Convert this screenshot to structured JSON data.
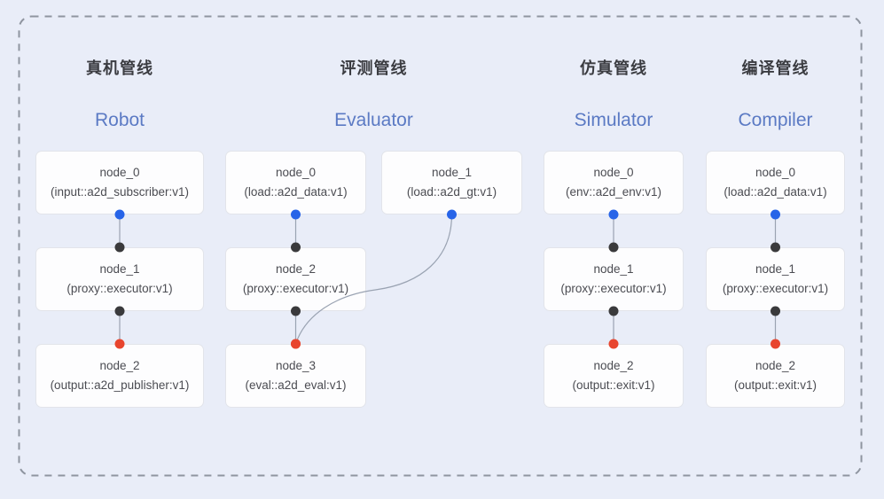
{
  "diagram": {
    "colors": {
      "background": "#e9edf8",
      "dashed_border": "#8f95a0",
      "edge_line": "#9aa3b2",
      "port_blue": "#2764e8",
      "port_black": "#3a3a3c",
      "port_red": "#e8452e",
      "title_zh_color": "#3b3c41",
      "title_en_color": "#5b7ac4",
      "node_background": "#fdfdfe",
      "node_border": "#e2e4ea",
      "node_text": "#4b4c52"
    },
    "pipelines": [
      {
        "id": "robot",
        "title_zh": "真机管线",
        "title_en": "Robot",
        "nodes": [
          {
            "name": "node_0",
            "type": "(input::a2d_subscriber:v1)",
            "col": 0,
            "row": 0
          },
          {
            "name": "node_1",
            "type": "(proxy::executor:v1)",
            "col": 0,
            "row": 1
          },
          {
            "name": "node_2",
            "type": "(output::a2d_publisher:v1)",
            "col": 0,
            "row": 2
          }
        ],
        "edges": [
          {
            "from": 0,
            "to": 1,
            "from_port": "blue",
            "to_port": "black",
            "curved": false
          },
          {
            "from": 1,
            "to": 2,
            "from_port": "black",
            "to_port": "red",
            "curved": false
          }
        ]
      },
      {
        "id": "evaluator",
        "title_zh": "评测管线",
        "title_en": "Evaluator",
        "nodes": [
          {
            "name": "node_0",
            "type": "(load::a2d_data:v1)",
            "col": 0,
            "row": 0
          },
          {
            "name": "node_1",
            "type": "(load::a2d_gt:v1)",
            "col": 1,
            "row": 0
          },
          {
            "name": "node_2",
            "type": "(proxy::executor:v1)",
            "col": 0,
            "row": 1
          },
          {
            "name": "node_3",
            "type": "(eval::a2d_eval:v1)",
            "col": 0,
            "row": 2
          }
        ],
        "edges": [
          {
            "from": 0,
            "to": 2,
            "from_port": "blue",
            "to_port": "black",
            "curved": false
          },
          {
            "from": 2,
            "to": 3,
            "from_port": "black",
            "to_port": "red",
            "curved": false
          },
          {
            "from": 1,
            "to": 3,
            "from_port": "blue",
            "to_port": "red",
            "curved": true
          }
        ]
      },
      {
        "id": "simulator",
        "title_zh": "仿真管线",
        "title_en": "Simulator",
        "nodes": [
          {
            "name": "node_0",
            "type": "(env::a2d_env:v1)",
            "col": 0,
            "row": 0
          },
          {
            "name": "node_1",
            "type": "(proxy::executor:v1)",
            "col": 0,
            "row": 1
          },
          {
            "name": "node_2",
            "type": "(output::exit:v1)",
            "col": 0,
            "row": 2
          }
        ],
        "edges": [
          {
            "from": 0,
            "to": 1,
            "from_port": "blue",
            "to_port": "black",
            "curved": false
          },
          {
            "from": 1,
            "to": 2,
            "from_port": "black",
            "to_port": "red",
            "curved": false
          }
        ]
      },
      {
        "id": "compiler",
        "title_zh": "编译管线",
        "title_en": "Compiler",
        "nodes": [
          {
            "name": "node_0",
            "type": "(load::a2d_data:v1)",
            "col": 0,
            "row": 0
          },
          {
            "name": "node_1",
            "type": "(proxy::executor:v1)",
            "col": 0,
            "row": 1
          },
          {
            "name": "node_2",
            "type": "(output::exit:v1)",
            "col": 0,
            "row": 2
          }
        ],
        "edges": [
          {
            "from": 0,
            "to": 1,
            "from_port": "blue",
            "to_port": "black",
            "curved": false
          },
          {
            "from": 1,
            "to": 2,
            "from_port": "black",
            "to_port": "red",
            "curved": false
          }
        ]
      }
    ]
  }
}
